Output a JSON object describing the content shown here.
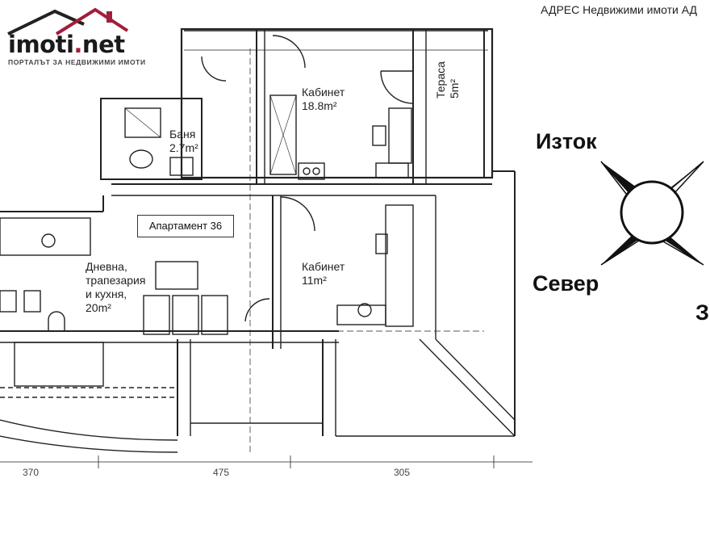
{
  "logo": {
    "name": "imoti",
    "dot": ".",
    "tld": "net",
    "tagline": "ПОРТАЛЪТ ЗА НЕДВИЖИМИ ИМОТИ"
  },
  "agency": "АДРЕС Недвижими имоти АД",
  "rooms": {
    "study1": {
      "name": "Кабинет",
      "area": "18.8m²"
    },
    "terrace": {
      "name": "Тераса",
      "area": "5m²"
    },
    "bath": {
      "name": "Баня",
      "area": "2.7m²"
    },
    "apartment": "Апартамент 36",
    "study2": {
      "name": "Кабинет",
      "area": "11m²"
    },
    "living": {
      "line1": "Дневна,",
      "line2": "трапезария",
      "line3": "и кухня,",
      "line4": "20m²"
    }
  },
  "compass": {
    "east": "Изток",
    "north": "Север",
    "partial": "З"
  },
  "dimensions": {
    "d1": "370",
    "d2": "475",
    "d3": "305"
  },
  "colors": {
    "logo_roof": "#a01f3c",
    "logo_text": "#1a1a1a",
    "lines": "#222222"
  }
}
